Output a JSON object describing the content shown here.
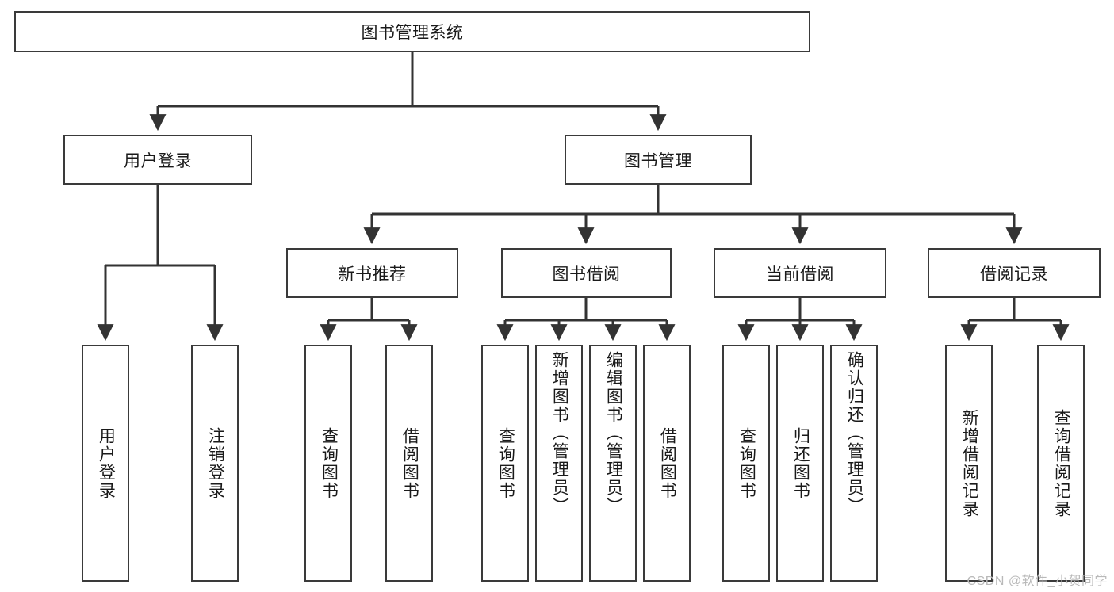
{
  "diagram": {
    "title": "图书管理系统",
    "type": "tree",
    "orientation": "top-down",
    "root": {
      "id": "root",
      "label": "图书管理系统",
      "orientation": "horizontal"
    },
    "level2": [
      {
        "id": "user-login",
        "label": "用户登录",
        "orientation": "horizontal"
      },
      {
        "id": "book-manage",
        "label": "图书管理",
        "orientation": "horizontal"
      }
    ],
    "level3": [
      {
        "id": "new-book-recommend",
        "label": "新书推荐",
        "orientation": "horizontal",
        "parent": "book-manage"
      },
      {
        "id": "book-borrow",
        "label": "图书借阅",
        "orientation": "horizontal",
        "parent": "book-manage"
      },
      {
        "id": "current-borrow",
        "label": "当前借阅",
        "orientation": "horizontal",
        "parent": "book-manage"
      },
      {
        "id": "borrow-record",
        "label": "借阅记录",
        "orientation": "horizontal",
        "parent": "book-manage"
      }
    ],
    "leaves": [
      {
        "id": "leaf-user-login",
        "label": "用户登录",
        "orientation": "vertical",
        "parent": "user-login"
      },
      {
        "id": "leaf-user-logout",
        "label": "注销登录",
        "orientation": "vertical",
        "parent": "user-login"
      },
      {
        "id": "leaf-query-book-1",
        "label": "查询图书",
        "orientation": "vertical",
        "parent": "new-book-recommend"
      },
      {
        "id": "leaf-borrow-book-1",
        "label": "借阅图书",
        "orientation": "vertical",
        "parent": "new-book-recommend"
      },
      {
        "id": "leaf-query-book-2",
        "label": "查询图书",
        "orientation": "vertical",
        "parent": "book-borrow"
      },
      {
        "id": "leaf-add-book",
        "label": "新增图书（管理员）",
        "orientation": "vertical",
        "parent": "book-borrow"
      },
      {
        "id": "leaf-edit-book",
        "label": "编辑图书（管理员）",
        "orientation": "vertical",
        "parent": "book-borrow"
      },
      {
        "id": "leaf-borrow-book-2",
        "label": "借阅图书",
        "orientation": "vertical",
        "parent": "book-borrow"
      },
      {
        "id": "leaf-query-book-3",
        "label": "查询图书",
        "orientation": "vertical",
        "parent": "current-borrow"
      },
      {
        "id": "leaf-return-book",
        "label": "归还图书",
        "orientation": "vertical",
        "parent": "current-borrow"
      },
      {
        "id": "leaf-confirm-return",
        "label": "确认归还（管理员）",
        "orientation": "vertical",
        "parent": "current-borrow"
      },
      {
        "id": "leaf-add-record",
        "label": "新增借阅记录",
        "orientation": "vertical",
        "parent": "borrow-record"
      },
      {
        "id": "leaf-query-record",
        "label": "查询借阅记录",
        "orientation": "vertical",
        "parent": "borrow-record"
      }
    ]
  },
  "watermark": {
    "text": "CSDN @软件_小贺同学"
  },
  "colors": {
    "box_border": "#3a3a3a",
    "connector": "#333333",
    "background": "#ffffff",
    "text": "#1a1a1a",
    "watermark": "#b9b9b9"
  }
}
